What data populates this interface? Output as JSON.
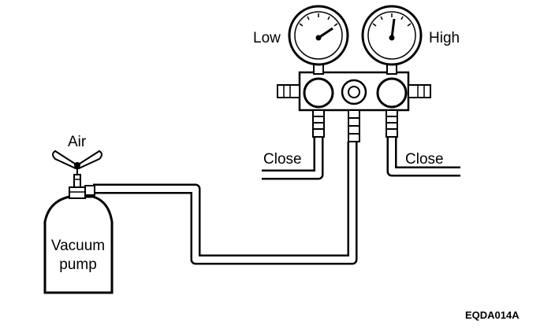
{
  "labels": {
    "low": "Low",
    "high": "High",
    "close_left": "Close",
    "close_right": "Close",
    "air": "Air",
    "pump_line1": "Vacuum",
    "pump_line2": "pump"
  },
  "figure_code": "EQDA014A",
  "colors": {
    "ink": "#000000",
    "paper": "#ffffff"
  }
}
